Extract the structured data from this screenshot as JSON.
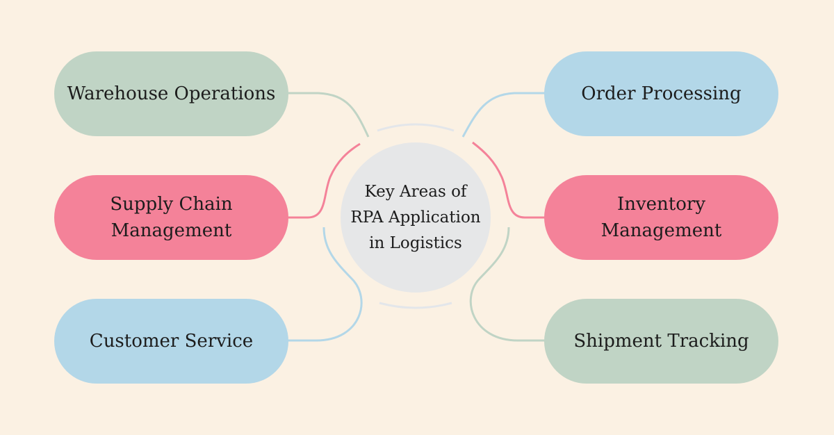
{
  "diagram": {
    "center": {
      "label": "Key Areas of\nRPA Application\nin Logistics"
    },
    "nodes": {
      "warehouse": {
        "label": "Warehouse Operations"
      },
      "supply": {
        "label": "Supply Chain\nManagement"
      },
      "customer": {
        "label": "Customer Service"
      },
      "order": {
        "label": "Order Processing"
      },
      "inventory": {
        "label": "Inventory Management"
      },
      "shipment": {
        "label": "Shipment Tracking"
      }
    }
  },
  "colors": {
    "background": "#fbf1e3",
    "green": "#c0d4c5",
    "pink": "#f48299",
    "blue": "#b3d7e8",
    "center": "#e6e7e8",
    "ring": "#e3e6ea"
  }
}
